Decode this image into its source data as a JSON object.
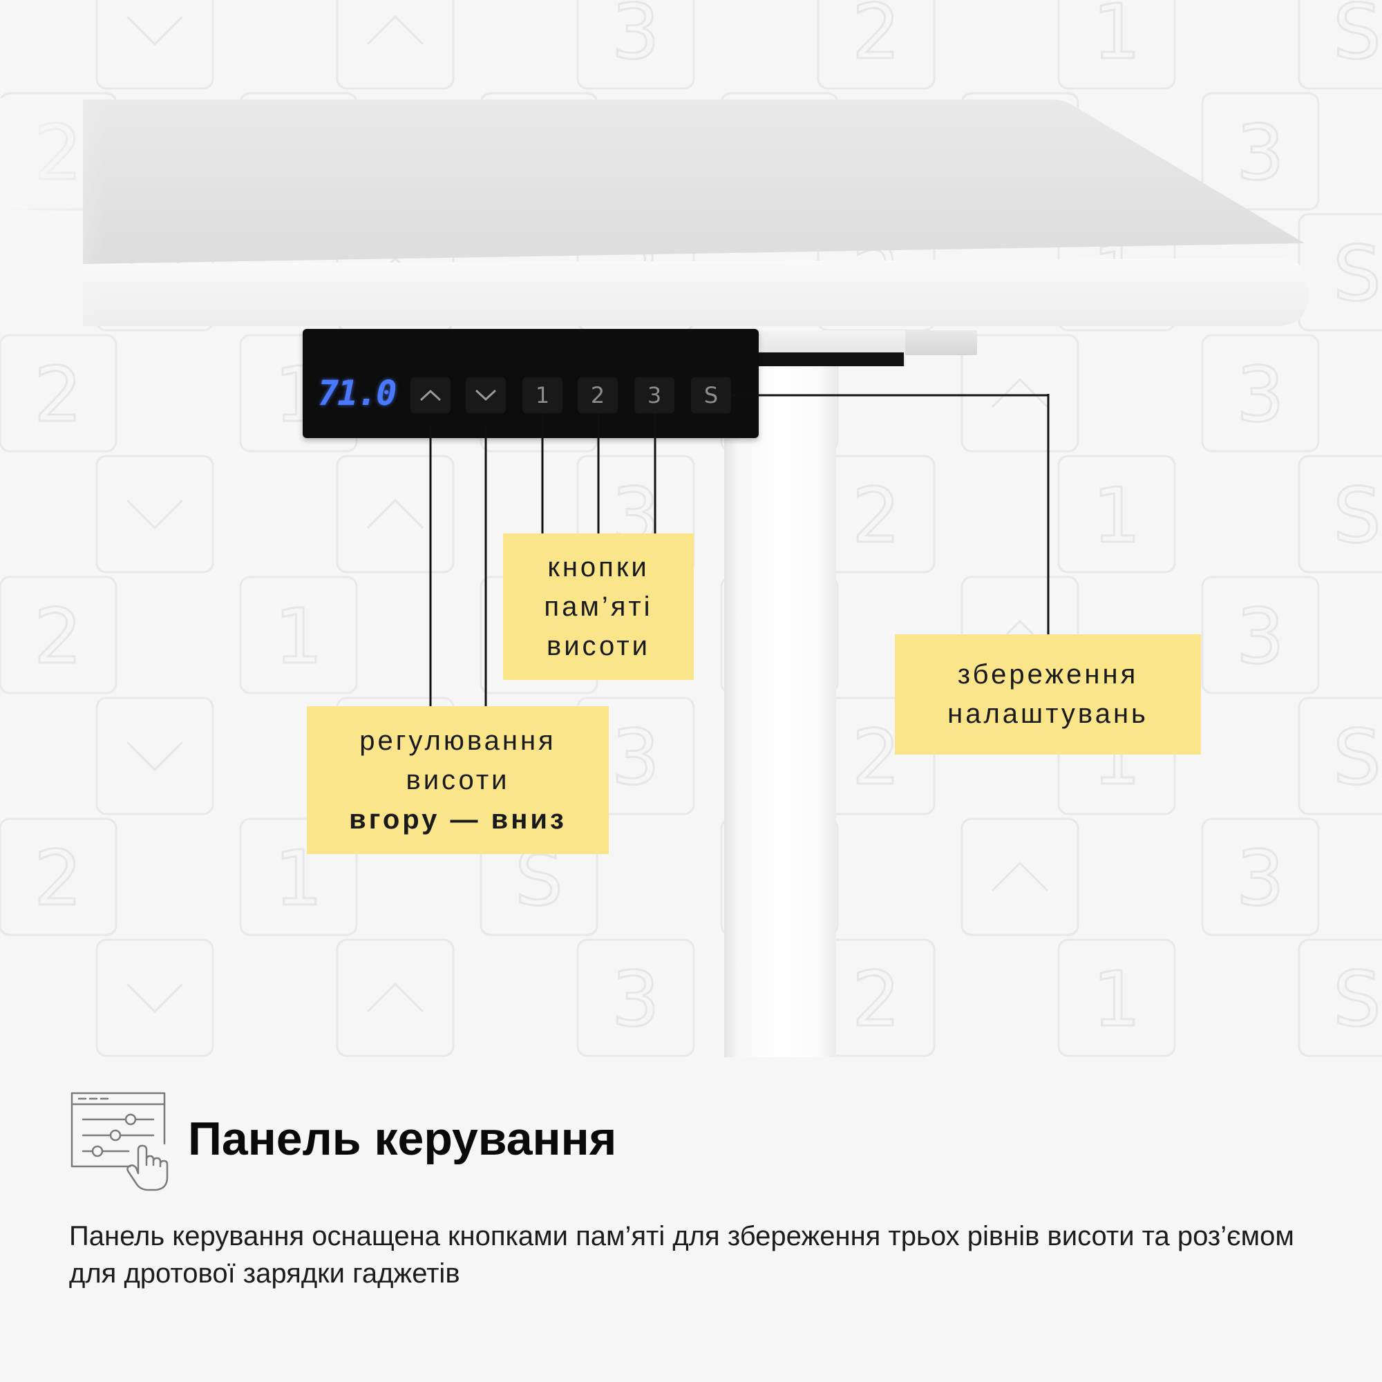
{
  "control_panel": {
    "display_value": "71.0",
    "buttons": [
      {
        "name": "up",
        "label": "",
        "icon": "chevron-up-icon"
      },
      {
        "name": "down",
        "label": "",
        "icon": "chevron-down-icon"
      },
      {
        "name": "memory-1",
        "label": "1"
      },
      {
        "name": "memory-2",
        "label": "2"
      },
      {
        "name": "memory-3",
        "label": "3"
      },
      {
        "name": "save",
        "label": "S"
      }
    ]
  },
  "callouts": {
    "memory": {
      "lines": [
        "кнопки",
        "пам’яті",
        "висоти"
      ]
    },
    "height": {
      "lines": [
        "регулювання",
        "висоти"
      ],
      "bold_line": "вгору — вниз"
    },
    "save": {
      "lines": [
        "збереження",
        "налаштувань"
      ]
    }
  },
  "feature": {
    "icon": "sliders-touch-icon",
    "title": "Панель керування",
    "description": "Панель керування оснащена кнопками пам’яті для збереження трьох рівнів висоти та роз’ємом для дротової зарядки гаджетів"
  },
  "colors": {
    "callout_bg": "#fbe58a",
    "display": "#4a78ff",
    "background": "#f6f6f6"
  }
}
